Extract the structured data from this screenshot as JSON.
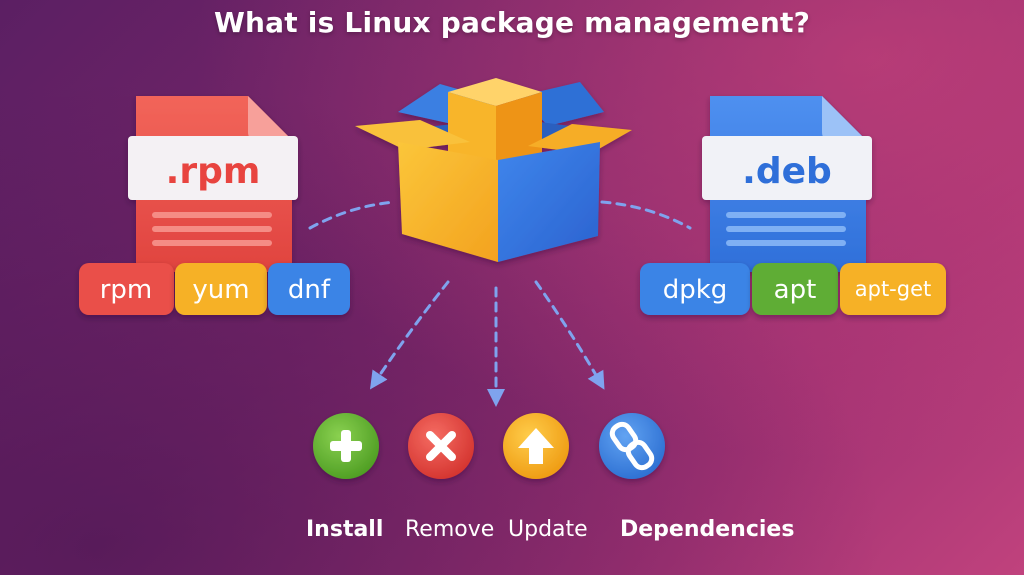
{
  "title": "What is Linux package management?",
  "rpm_file": {
    "extension": ".rpm",
    "tools": [
      "rpm",
      "yum",
      "dnf"
    ]
  },
  "deb_file": {
    "extension": ".deb",
    "tools": [
      "dpkg",
      "apt",
      "apt-get"
    ]
  },
  "actions": [
    {
      "label": "Install",
      "icon": "plus-icon",
      "color": "#5cae2e"
    },
    {
      "label": "Remove",
      "icon": "x-icon",
      "color": "#e2443f"
    },
    {
      "label": "Update",
      "icon": "arrow-up-icon",
      "color": "#f3a51d"
    },
    {
      "label": "Dependencies",
      "icon": "link-icon",
      "color": "#3b86dd"
    }
  ],
  "colors": {
    "rpm_red": "#ea4d45",
    "deb_blue": "#3d7ee6",
    "yellow": "#f7b326",
    "green": "#5fad35",
    "arrow": "#7a9ee8"
  }
}
